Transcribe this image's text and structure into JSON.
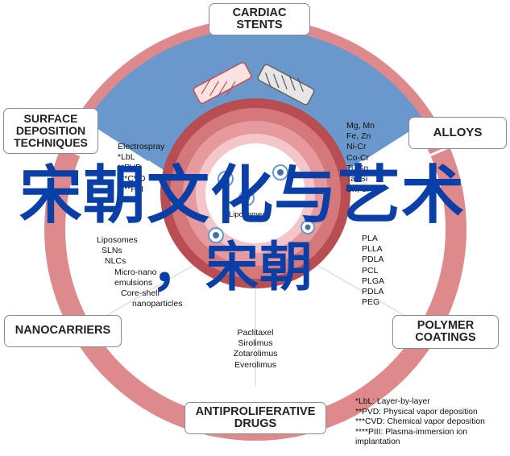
{
  "categories": {
    "cardiac_stents": [
      "CARDIAC",
      "STENTS"
    ],
    "surface_deposition": [
      "SURFACE",
      "DEPOSITION",
      "TECHNIQUES"
    ],
    "alloys": [
      "ALLOYS"
    ],
    "nanocarriers": [
      "NANOCARRIERS"
    ],
    "polymer_coatings": [
      "POLYMER",
      "COATINGS"
    ],
    "antiproliferative": [
      "ANTIPROLIFERATIVE",
      "DRUGS"
    ]
  },
  "lists": {
    "deposition": [
      "Electrospray",
      "*LbL",
      "**PVD",
      "***CVD",
      "****PIII"
    ],
    "alloys": [
      "Mg, Mn",
      "Fe, Zn",
      "Ni-Cr",
      "Co-Cr",
      "Ti, Sg",
      "Ta, Si",
      "Sn, Sr"
    ],
    "nanocarriers": [
      "Liposomes",
      "SLNs",
      "NLCs",
      "Micro-nano",
      "emulsions",
      "Core-shell",
      "nanoparticles"
    ],
    "polymers": [
      "PLA",
      "PLLA",
      "PDLA",
      "PCL",
      "PLGA",
      "PDLA",
      "PEG"
    ],
    "drugs": [
      "Paclitaxel",
      "Sirolimus",
      "Zotarolimus",
      "Everolimus"
    ]
  },
  "center_label": "Liposomes",
  "legend": [
    "*LbL: Layer-by-layer",
    "**PVD: Physical vapor deposition",
    "***CVD: Chemical vapor deposition",
    "****PIII: Plasma-immersion ion",
    "implantation"
  ],
  "watermark": {
    "line1": "宋朝文化与艺术",
    "line2": "，宋朝"
  },
  "colors": {
    "outer_ring": "#de8a8c",
    "blue_sector": "#6b98cc",
    "vessel_outer": "#b84d52",
    "vessel_inner": "#e79a9d",
    "watermark": "#0a3fa8"
  }
}
